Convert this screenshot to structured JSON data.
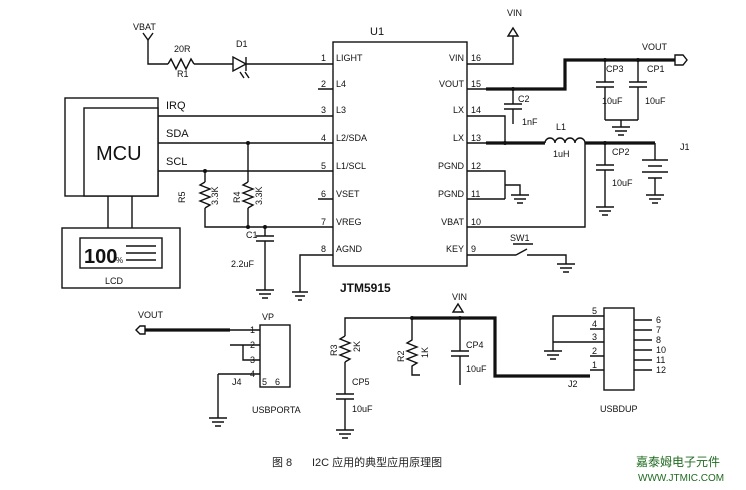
{
  "ic": {
    "ref": "U1",
    "part": "JTM5915",
    "left_pins": [
      {
        "num": "1",
        "name": "LIGHT"
      },
      {
        "num": "2",
        "name": "L4"
      },
      {
        "num": "3",
        "name": "L3"
      },
      {
        "num": "4",
        "name": "L2/SDA"
      },
      {
        "num": "5",
        "name": "L1/SCL"
      },
      {
        "num": "6",
        "name": "VSET"
      },
      {
        "num": "7",
        "name": "VREG"
      },
      {
        "num": "8",
        "name": "AGND"
      }
    ],
    "right_pins": [
      {
        "num": "16",
        "name": "VIN"
      },
      {
        "num": "15",
        "name": "VOUT"
      },
      {
        "num": "14",
        "name": "LX"
      },
      {
        "num": "13",
        "name": "LX"
      },
      {
        "num": "12",
        "name": "PGND"
      },
      {
        "num": "11",
        "name": "PGND"
      },
      {
        "num": "10",
        "name": "VBAT"
      },
      {
        "num": "9",
        "name": "KEY"
      }
    ]
  },
  "mcu": {
    "label": "MCU",
    "signals": [
      "IRQ",
      "SDA",
      "SCL"
    ]
  },
  "lcd": {
    "label": "LCD",
    "digits": "100",
    "unit": "%"
  },
  "nets": {
    "vbat": "VBAT",
    "vin": "VIN",
    "vout": "VOUT"
  },
  "components": {
    "r1": {
      "value": "20R",
      "ref": "R1"
    },
    "d1": {
      "ref": "D1"
    },
    "r5": {
      "ref": "R5",
      "value": "3.3K"
    },
    "r4": {
      "ref": "R4",
      "value": "3.3K"
    },
    "c1": {
      "ref": "C1",
      "value": "2.2uF"
    },
    "c2": {
      "ref": "C2",
      "value": "1nF"
    },
    "l1": {
      "ref": "L1",
      "value": "1uH"
    },
    "cp1": {
      "ref": "CP1",
      "value": "10uF"
    },
    "cp2": {
      "ref": "CP2",
      "value": "10uF"
    },
    "cp3": {
      "ref": "CP3",
      "value": "10uF"
    },
    "cp4": {
      "ref": "CP4",
      "value": "10uF"
    },
    "cp5": {
      "ref": "CP5",
      "value": "10uF"
    },
    "r2": {
      "ref": "R2",
      "value": "1K"
    },
    "r3": {
      "ref": "R3",
      "value": "2K"
    },
    "sw1": {
      "ref": "SW1"
    },
    "j1": {
      "ref": "J1"
    },
    "j2": {
      "ref": "J2"
    },
    "j4": {
      "ref": "J4"
    }
  },
  "usb_a": {
    "label": "USBPORTA",
    "pins": [
      "1",
      "2",
      "3",
      "4"
    ],
    "shield_pins": [
      "5",
      "6"
    ],
    "top_pin": "VP"
  },
  "usb_b": {
    "label": "USBDUP",
    "left_pins": [
      "5",
      "4",
      "3",
      "2",
      "1"
    ],
    "right_pins": [
      "6",
      "7",
      "8",
      "10",
      "11",
      "12"
    ]
  },
  "caption": {
    "figure": "图 8",
    "text": "I2C 应用的典型应用原理图"
  },
  "watermark": {
    "line1": "嘉泰姆电子元件",
    "line2": "WWW.JTMIC.COM"
  }
}
